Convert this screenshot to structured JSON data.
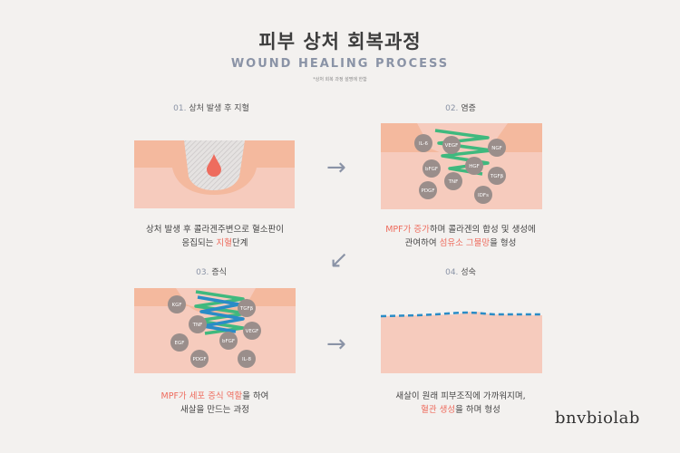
{
  "header": {
    "title": "피부 상처 회복과정",
    "subtitle": "WOUND HEALING PROCESS",
    "note": "*상처 회복 과정 설명에 한함"
  },
  "steps": [
    {
      "num": "01.",
      "name": "상처 발생 후 지혈",
      "desc_line1": "상처 발생 후 콜라겐주변으로 혈소판이",
      "desc_line2_a": "응집되는 ",
      "desc_line2_hl": "지혈",
      "desc_line2_b": "단계"
    },
    {
      "num": "02.",
      "name": "염증",
      "desc_line1_hl": "MPF가 증가",
      "desc_line1_b": "하며 콜라겐의 합성 및 생성에",
      "desc_line2_a": "관여하여 ",
      "desc_line2_hl": "섬유소 그물망",
      "desc_line2_b": "을 형성",
      "factors": [
        "IL-6",
        "VEGF",
        "NGF",
        "bFGF",
        "HGF",
        "TGFβ",
        "PDGF",
        "TNF",
        "IDFs"
      ]
    },
    {
      "num": "03.",
      "name": "증식",
      "desc_line1_hl": "MPF가 세포 증식 역할",
      "desc_line1_b": "을 하여",
      "desc_line2": "새살을 만드는 과정",
      "factors": [
        "KGF",
        "TGFβ",
        "TNF",
        "VEGF",
        "EGF",
        "bFGF",
        "PDGF",
        "IL-8"
      ]
    },
    {
      "num": "04.",
      "name": "성숙",
      "desc_line1": "새살이 원래 피부조직에 가까워지며,",
      "desc_line2_hl": "혈관 생성",
      "desc_line2_b": "을 하며 형성"
    }
  ],
  "icons": {
    "arrow_right": "→",
    "arrow_down_left": "↙",
    "droplet": "droplet-icon"
  },
  "brand": {
    "logo": "bnvbiolab"
  },
  "colors": {
    "background": "#f3f1ef",
    "skin_top": "#f4b99e",
    "skin_body": "#f6cbbd",
    "highlight": "#ee6c5e",
    "accent_gray": "#8a93a6",
    "fiber_green": "#3fb97e",
    "fiber_blue": "#2a8cc6",
    "circle_gray": "#9a8e8b"
  }
}
